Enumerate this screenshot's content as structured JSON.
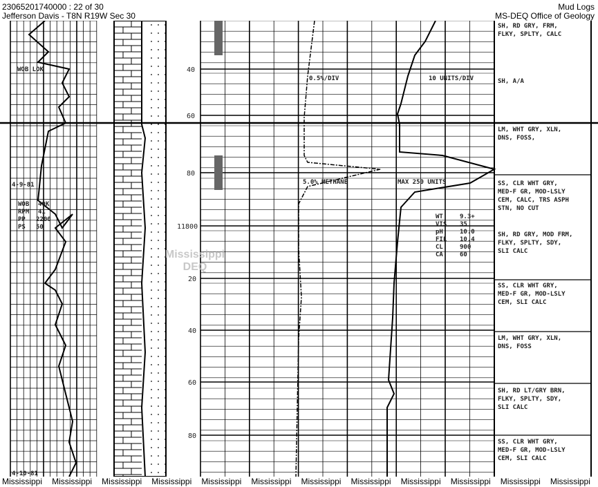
{
  "header": {
    "doc_id": "23065201740000 : 22 of 30",
    "location": "Jefferson Davis - T8N R19W Sec 30",
    "category": "Mud Logs",
    "agency": "MS-DEQ Office of Geology"
  },
  "depth_labels": [
    "40",
    "60",
    "80",
    "11800",
    "20",
    "40",
    "60",
    "80"
  ],
  "left_track": {
    "wob_note_top": "WOB LOK",
    "date_1": "4-9-81",
    "params": [
      [
        "WOB",
        "40K"
      ],
      [
        "RPM",
        "41"
      ],
      [
        "PP",
        "2200"
      ],
      [
        "PS",
        "50"
      ]
    ],
    "date_2": "4-10-81"
  },
  "gas_track": {
    "scale_left": "0.5%/DIV",
    "scale_right": "10 UNITS/DIV",
    "methane": "5.0% METHANE",
    "max_units": "MAX 250 UNITS"
  },
  "mud_props": [
    [
      "WT",
      "9.3+"
    ],
    [
      "VIS",
      "35"
    ],
    [
      "pH",
      "10.0"
    ],
    [
      "FIL",
      "10.4"
    ],
    [
      "CL",
      "900"
    ],
    [
      "CA",
      "60"
    ]
  ],
  "descriptions": [
    [
      "SH, RD GRY, FRM,",
      "FLKY, SPLTY, CALC"
    ],
    [
      "SH, A/A"
    ],
    [
      "LM, WHT GRY, XLN,",
      "DNS, FOSS,"
    ],
    [
      "SS, CLR WHT GRY,",
      "MED-F GR, MOD-LSLY",
      "CEM, CALC, TRS ASPH",
      "STN, NO CUT"
    ],
    [
      "SH, RD GRY, MOD FRM,",
      "FLKY, SPLTY, SDY,",
      "SLI CALC"
    ],
    [
      "SS, CLR WHT GRY,",
      "MED-F GR, MOD-LSLY",
      "CEM, SLI CALC"
    ],
    [
      "LM, WHT GRY, XLN,",
      "DNS, FOSS"
    ],
    [
      "SH, RD LT/GRY BRN,",
      "FLKY, SPLTY, SDY,",
      "SLI CALC"
    ],
    [
      "SS, CLR WHT GRY,",
      "MED-F GR, MOD-LSLY",
      "CEM, SLI CALC"
    ]
  ],
  "watermark": {
    "line1": "Mississippi",
    "line2": "DEQ"
  },
  "footer": [
    "Mississippi",
    "Mississippi",
    "Mississippi",
    "Mississippi",
    "Mississippi",
    "Mississippi",
    "Mississippi",
    "Mississippi",
    "Mississippi",
    "Mississippi",
    "Mississippi",
    "Mississippi"
  ]
}
